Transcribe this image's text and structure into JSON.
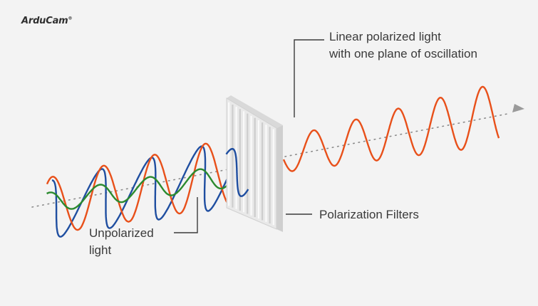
{
  "brand": {
    "name": "ArduCam",
    "mark": "®"
  },
  "labels": {
    "linear_polarized": [
      "Linear polarized light",
      "with one plane of oscillation"
    ],
    "polarization_filters": "Polarization Filters",
    "unpolarized": [
      "Unpolarized",
      "light"
    ]
  },
  "colors": {
    "background": "#f3f3f3",
    "wave_orange": "#e8501a",
    "wave_blue": "#1f4ea0",
    "wave_green": "#2b8a2e",
    "axis_dots": "#8a8a8a",
    "filter_face": "#e9e9e9",
    "leader_line": "#3a3a3a"
  }
}
